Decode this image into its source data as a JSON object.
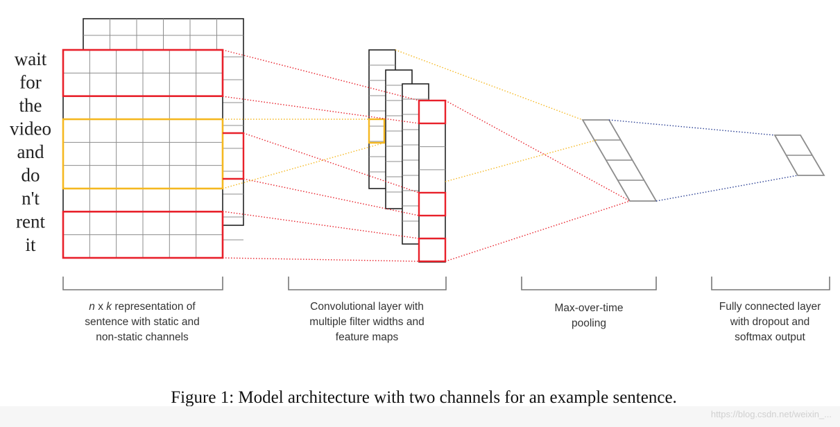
{
  "sentence_words": [
    "wait",
    "for",
    "the",
    "video",
    "and",
    "do",
    "n't",
    "rent",
    "it"
  ],
  "sections": [
    {
      "label_parts": [
        {
          "text": "n",
          "italic": true
        },
        {
          "text": " x ",
          "italic": false
        },
        {
          "text": "k",
          "italic": true
        },
        {
          "text": " representation of",
          "italic": false
        }
      ],
      "lines": [
        "sentence with static and",
        "non-static channels"
      ]
    },
    {
      "lines": [
        "Convolutional layer with",
        "multiple filter widths and",
        "feature maps"
      ]
    },
    {
      "lines": [
        "Max-over-time",
        "pooling"
      ]
    },
    {
      "lines": [
        "Fully connected layer",
        "with dropout and",
        "softmax output"
      ]
    }
  ],
  "caption": "Figure 1: Model architecture with two channels for an example sentence.",
  "watermark": "https://blog.csdn.net/weixin_...",
  "colors": {
    "red": "#e8202a",
    "yellow": "#f5b820",
    "blue": "#2a3f94",
    "grid": "#8c8c8c",
    "outline": "#222222",
    "bracket": "#777777"
  }
}
